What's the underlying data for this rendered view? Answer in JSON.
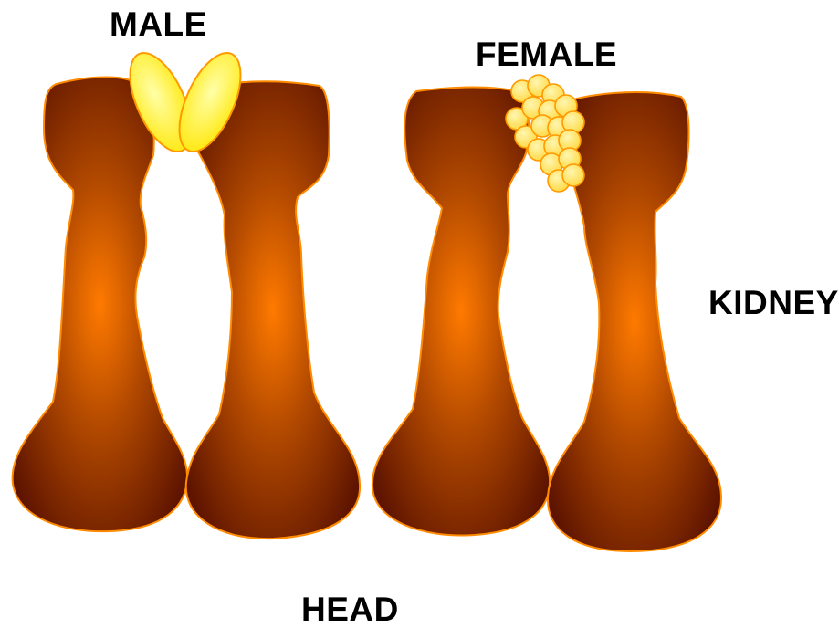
{
  "labels": {
    "male": "MALE",
    "female": "FEMALE",
    "kidney": "KIDNEY",
    "head": "HEAD"
  },
  "colors": {
    "organ_dark": "#5e1400",
    "organ_mid": "#b04800",
    "organ_light": "#ff7a00",
    "organ_outline": "#ff8c00",
    "gonad_fill": "#ffff40",
    "gonad_light": "#fff5a0",
    "gonad_outline": "#ff9900",
    "label_color": "#000000"
  },
  "gonads": {
    "male": "testes",
    "female": "ovary"
  }
}
